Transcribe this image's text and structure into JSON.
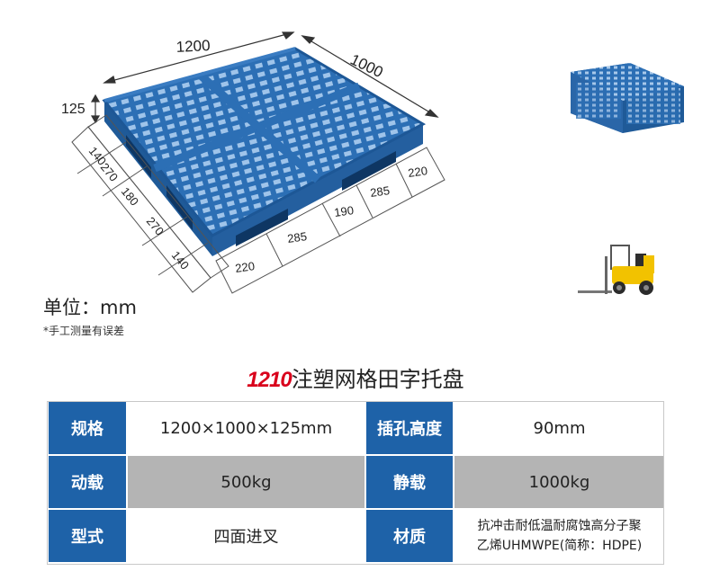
{
  "figure": {
    "dim_length": "1200",
    "dim_width": "1000",
    "dim_height": "125",
    "left_dims": [
      "140",
      "270",
      "180",
      "270",
      "140"
    ],
    "bottom_dims": [
      "220",
      "285",
      "190",
      "285",
      "220"
    ]
  },
  "unit_label": "单位：mm",
  "note": "*手工测量有误差",
  "title": {
    "num": "1210",
    "text": "注塑网格田字托盘"
  },
  "spec": {
    "r1": {
      "l1": "规格",
      "v1": "1200×1000×125mm",
      "l2": "插孔高度",
      "v2": "90mm"
    },
    "r2": {
      "l1": "动载",
      "v1": "500kg",
      "l2": "静载",
      "v2": "1000kg"
    },
    "r3": {
      "l1": "型式",
      "v1": "四面进叉",
      "l2": "材质",
      "v2a": "抗冲击耐低温耐腐蚀高分子聚",
      "v2b": "乙烯UHMWPE(简称：HDPE)"
    }
  },
  "colors": {
    "pallet": "#2c6fb5",
    "label_bg": "#1e62a8",
    "accent": "#d9001b",
    "grey_row": "#b4b4b4"
  }
}
